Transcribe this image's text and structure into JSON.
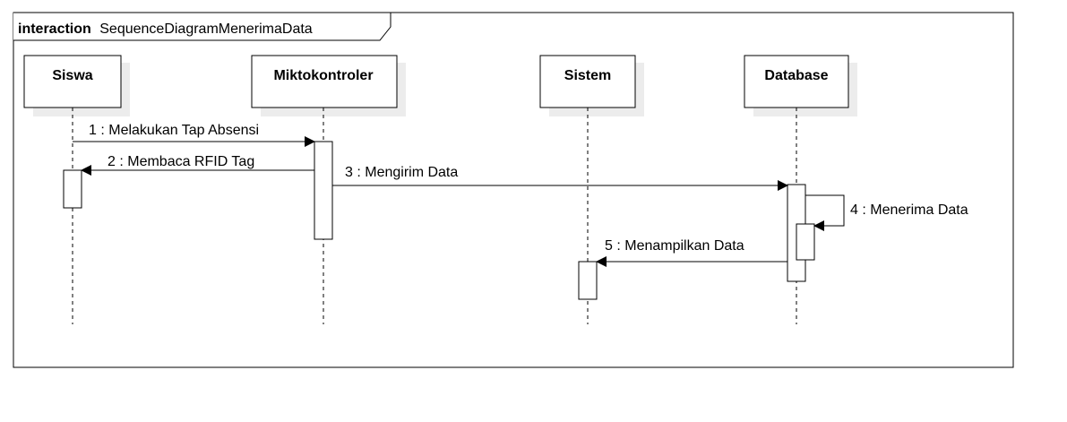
{
  "frame": {
    "keyword": "interaction",
    "name": "SequenceDiagramMenerimaData"
  },
  "lifelines": [
    {
      "id": "siswa",
      "label": "Siswa"
    },
    {
      "id": "mikro",
      "label": "Miktokontroler"
    },
    {
      "id": "sistem",
      "label": "Sistem"
    },
    {
      "id": "database",
      "label": "Database"
    }
  ],
  "messages": [
    {
      "number": 1,
      "label": "1 : Melakukan Tap Absensi",
      "from": "Siswa",
      "to": "Miktokontroler"
    },
    {
      "number": 2,
      "label": "2 : Membaca RFID Tag",
      "from": "Miktokontroler",
      "to": "Siswa"
    },
    {
      "number": 3,
      "label": "3 : Mengirim Data",
      "from": "Miktokontroler",
      "to": "Database"
    },
    {
      "number": 4,
      "label": "4 : Menerima Data",
      "from": "Database",
      "to": "Database"
    },
    {
      "number": 5,
      "label": "5 : Menampilkan Data",
      "from": "Database",
      "to": "Sistem"
    }
  ],
  "colors": {
    "line": "#000000",
    "shadow": "#ececec",
    "box_fill": "#ffffff"
  }
}
